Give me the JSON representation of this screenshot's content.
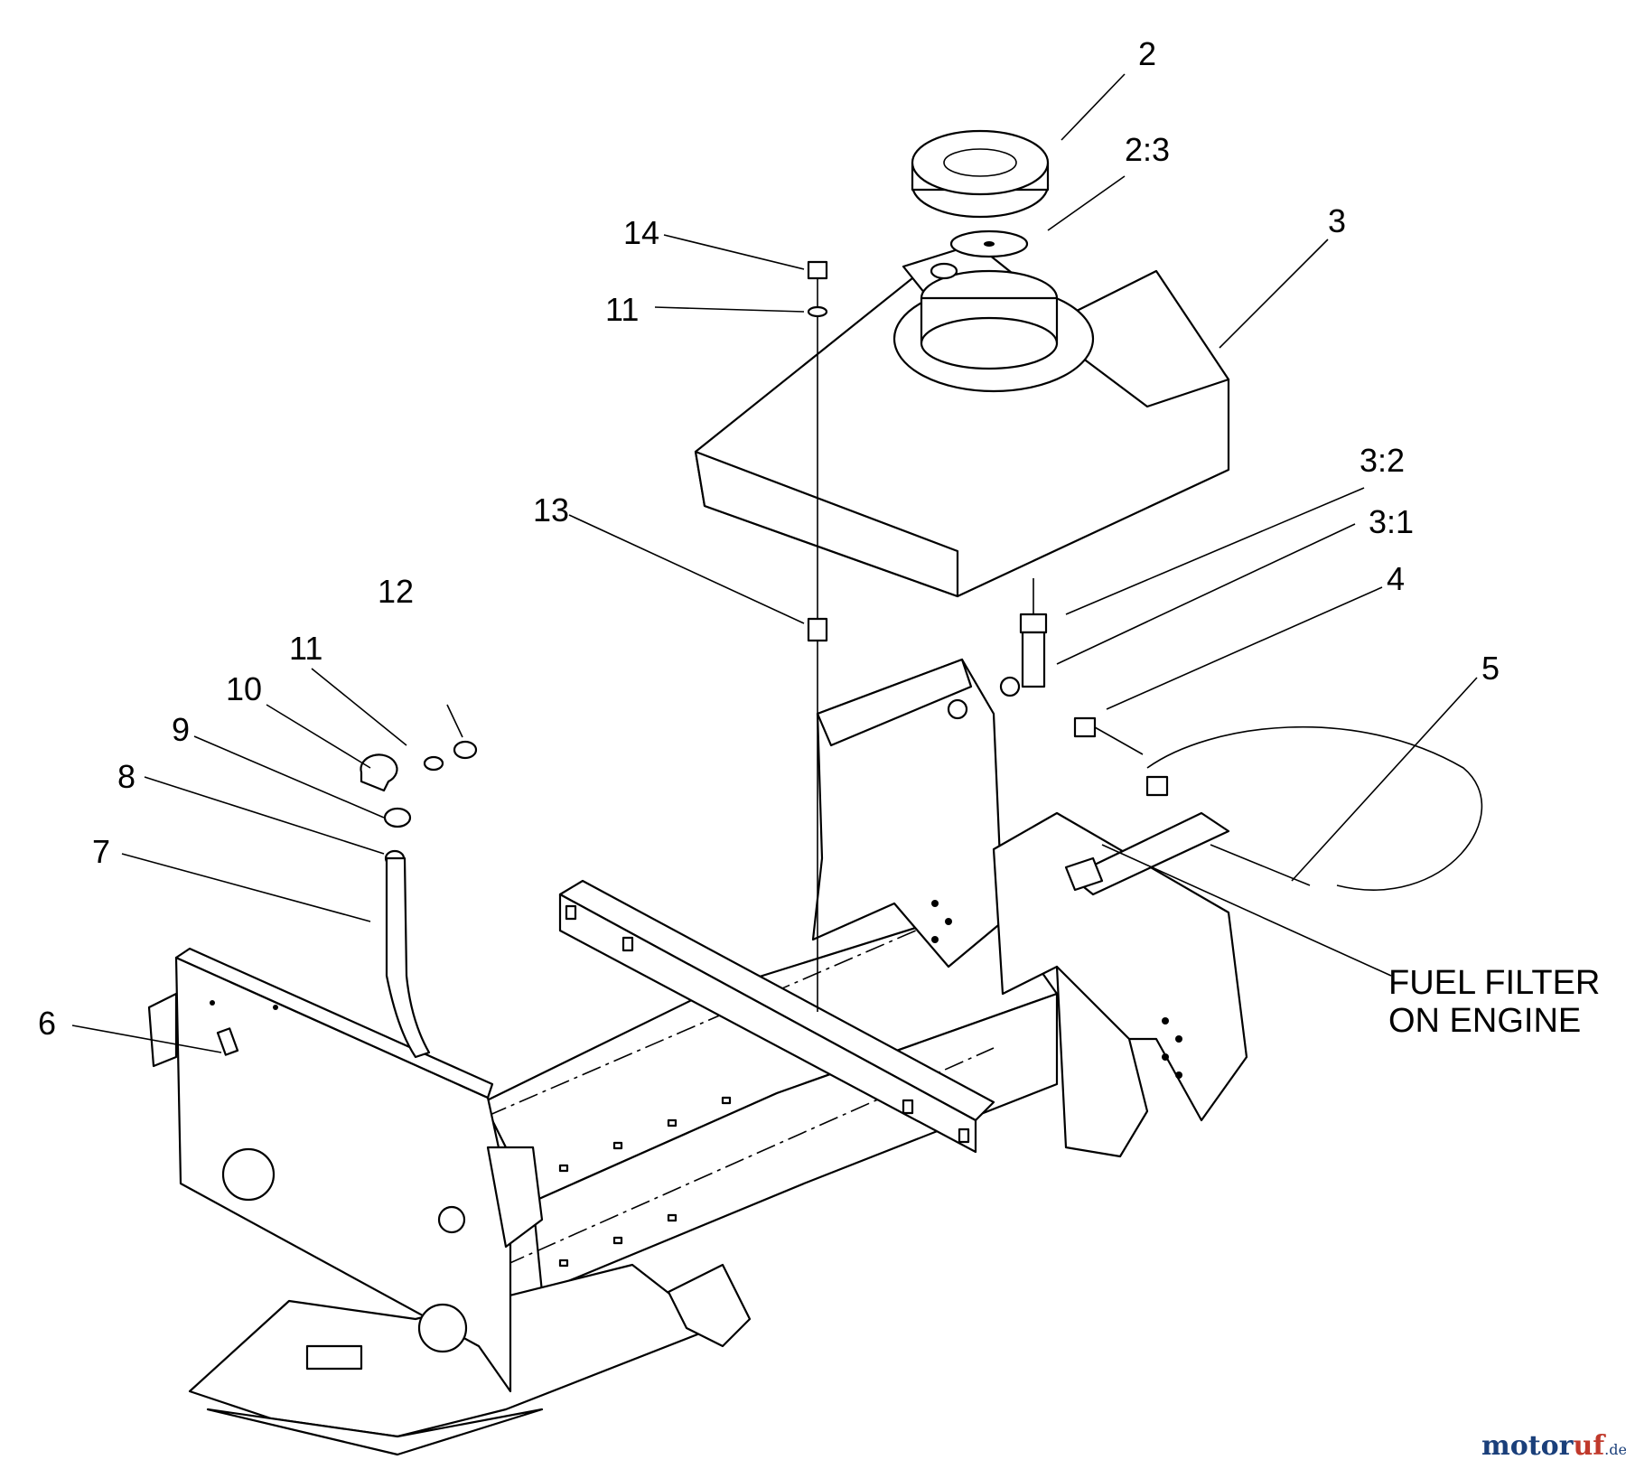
{
  "callouts": {
    "c2": "2",
    "c2_3": "2:3",
    "c3": "3",
    "c14": "14",
    "c11_top": "11",
    "c13": "13",
    "c3_2": "3:2",
    "c3_1": "3:1",
    "c4": "4",
    "c5": "5",
    "c12": "12",
    "c11_left": "11",
    "c10": "10",
    "c9": "9",
    "c8": "8",
    "c7": "7",
    "c6": "6"
  },
  "note": {
    "line1": "FUEL FILTER",
    "line2": "ON ENGINE"
  },
  "watermark": {
    "main": "motor",
    "accent": "uf",
    "tld": ".de"
  }
}
